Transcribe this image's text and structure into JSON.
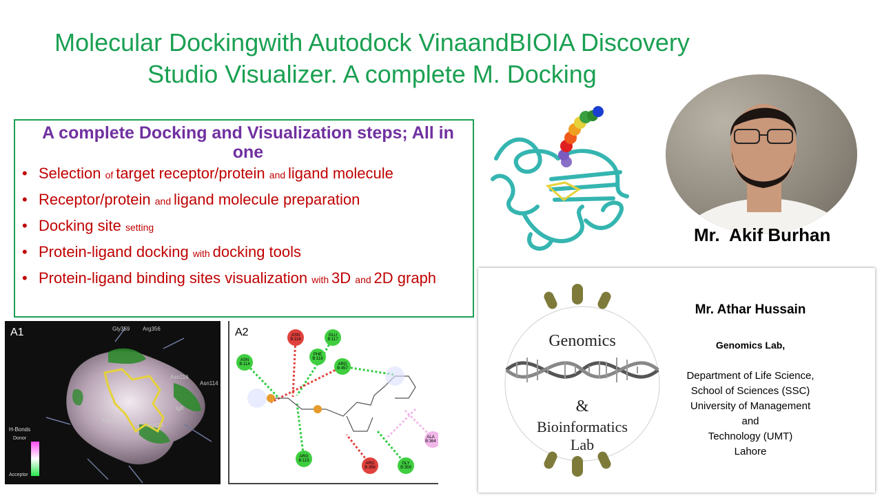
{
  "title": {
    "line1": "Molecular Dockingwith Autodock VinaandBIOIA Discovery",
    "line2": "Studio Visualizer. A complete M. Docking"
  },
  "steps_box": {
    "heading": "A complete Docking  and Visualization steps; All in one",
    "items": [
      [
        "Selection ",
        "of ",
        "target receptor/protein ",
        "and ",
        "ligand molecule"
      ],
      [
        "Receptor/protein  ",
        "and ",
        "ligand molecule preparation"
      ],
      [
        "Docking site ",
        "setting",
        ""
      ],
      [
        "Protein-ligand docking ",
        "with ",
        "docking tools"
      ],
      [
        "Protein-ligand binding sites visualization ",
        "with ",
        "3D ",
        "and ",
        "2D graph"
      ]
    ]
  },
  "panel_a1": {
    "label": "A1",
    "residues": [
      "Gly359",
      "Arg356",
      "Asn116",
      "Asn114",
      "Arg457",
      "Arg119",
      "Ig8"
    ],
    "legend_title": "H-Bonds",
    "legend_top": "Donor",
    "legend_bottom": "Acceptor"
  },
  "panel_a2": {
    "label": "A2",
    "residues": [
      {
        "name": "ASN\nB:116",
        "color": "#e0413c"
      },
      {
        "name": "GLU\nB:117",
        "color": "#3fce3f"
      },
      {
        "name": "ASN\nB:114",
        "color": "#3fce3f"
      },
      {
        "name": "PHE\nB:118",
        "color": "#3fce3f"
      },
      {
        "name": "ARG\nB:457",
        "color": "#3fce3f"
      },
      {
        "name": "ARG\nB:119",
        "color": "#3fce3f"
      },
      {
        "name": "ARG\nB:356",
        "color": "#e0413c"
      },
      {
        "name": "GLY\nB:359",
        "color": "#3fce3f"
      },
      {
        "name": "ALA\nB:364",
        "color": "#f2b7ea"
      }
    ]
  },
  "presenter": {
    "name": "Mr.  Akif Burhan"
  },
  "logo": {
    "line1": "Genomics",
    "line2": "&",
    "line3": "Bioinformatics",
    "line4": "Lab"
  },
  "credit": {
    "name": "Mr. Athar Hussain",
    "lab": "Genomics Lab,",
    "address": [
      "Department of Life Science,",
      "School of Sciences (SSC)",
      "University of Management",
      "and",
      "Technology (UMT)",
      "Lahore"
    ]
  },
  "colors": {
    "title": "#1aa052",
    "heading": "#7030a0",
    "bullets": "#c00000"
  }
}
